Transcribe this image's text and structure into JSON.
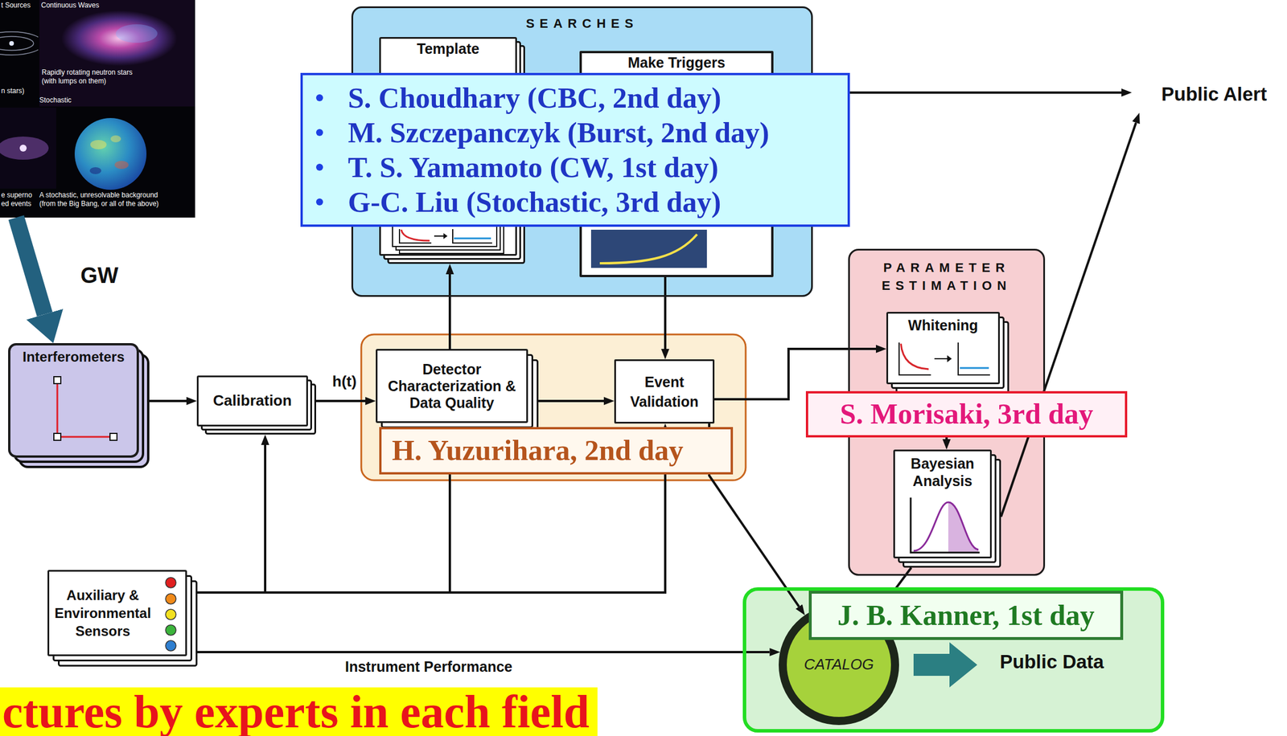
{
  "diagram": {
    "nodes": [
      {
        "text": [
          "t Sources",
          "Continuous Waves",
          "Rapidly rotating neutron stars (with lumps on them)",
          "n stars)",
          "Stochastic",
          "e superno",
          "A stochastic, unresolvable background (from the Big Bang, or all of the above)",
          "ed events"
        ]
      },
      {
        "text": [
          "SEARCHES"
        ]
      },
      {
        "text": [
          "Template"
        ],
        "in": 1
      },
      {
        "text": [
          "Make Triggers"
        ],
        "in": 1
      },
      {
        "text": [
          "S. Choudhary (CBC, 2nd day)",
          "M. Szczepanczyk (Burst, 2nd day)",
          "T. S. Yamamoto (CW, 1st day)",
          "G-C. Liu (Stochastic, 3rd day)"
        ]
      },
      {
        "text": [
          "Public Alert"
        ]
      },
      {
        "text": [
          "Interferometers"
        ]
      },
      {
        "text": [
          "Calibration"
        ]
      },
      {
        "text": [
          "Detector Characterization & Data Quality"
        ]
      },
      {
        "text": [
          "Event Validation"
        ]
      },
      {
        "text": [
          "H. Yuzurihara, 2nd day"
        ]
      },
      {
        "text": [
          "PARAMETER ESTIMATION"
        ]
      },
      {
        "text": [
          "Whitening"
        ],
        "in": 11
      },
      {
        "text": [
          "S. Morisaki, 3rd day"
        ]
      },
      {
        "text": [
          "Bayesian Analysis"
        ],
        "in": 11
      },
      {
        "text": [
          "Auxiliary & Environmental Sensors"
        ]
      },
      {
        "text": [
          "Public Data"
        ]
      },
      {
        "text": [
          "CATALOG"
        ],
        "in": 16
      },
      {
        "text": [
          "J. B. Kanner, 1st day"
        ],
        "in": 16
      }
    ],
    "edges": [
      {
        "from": 0,
        "to": 6,
        "arrow": "to",
        "label": "GW"
      },
      {
        "from": 6,
        "to": 7,
        "arrow": "to"
      },
      {
        "from": 7,
        "to": 8,
        "arrow": "to",
        "label": "h(t)"
      },
      {
        "from": 8,
        "to": 9,
        "arrow": "to"
      },
      {
        "from": 8,
        "to": 2,
        "arrow": "to"
      },
      {
        "from": 3,
        "to": 9,
        "arrow": "to"
      },
      {
        "from": 1,
        "to": 5,
        "arrow": "to"
      },
      {
        "from": 9,
        "to": 12,
        "arrow": "to"
      },
      {
        "from": 12,
        "to": 14,
        "arrow": "to"
      },
      {
        "from": 14,
        "to": 5,
        "arrow": "to"
      },
      {
        "from": 14,
        "to": 17,
        "arrow": "to"
      },
      {
        "from": 9,
        "to": 17,
        "arrow": "to"
      },
      {
        "from": 15,
        "to": 7,
        "arrow": "to"
      },
      {
        "from": 15,
        "to": 8,
        "arrow": "to"
      },
      {
        "from": 15,
        "to": 9,
        "arrow": "to"
      },
      {
        "from": 15,
        "to": 17,
        "arrow": "to",
        "label": "Instrument Performance"
      }
    ],
    "labels": [
      "ctures by experts in each field"
    ]
  }
}
